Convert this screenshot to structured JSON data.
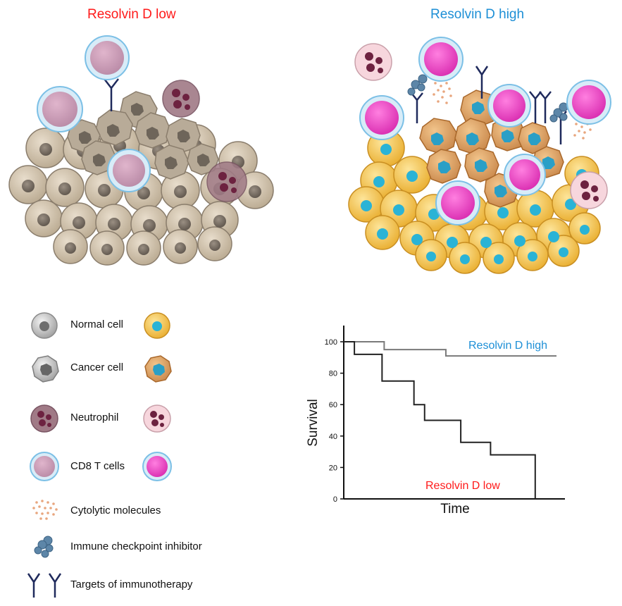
{
  "colors": {
    "low_title": "#ff1a1a",
    "high_title": "#1d8fd6",
    "tumor_low": "#cdbfa8",
    "normal_high": "#f3c34d",
    "nucleus_high": "#2ab3d6",
    "cd8_high": "#ec3dc0",
    "neutrophil": "#8a3d56"
  },
  "panels": {
    "low": {
      "title": "Resolvin D low"
    },
    "high": {
      "title": "Resolvin D high"
    }
  },
  "legend": {
    "items": [
      {
        "label": "Normal cell",
        "icon": "normal-cell-icon"
      },
      {
        "label": "Cancer cell",
        "icon": "cancer-cell-icon"
      },
      {
        "label": "Neutrophil",
        "icon": "neutrophil-icon"
      },
      {
        "label": "CD8 T cells",
        "icon": "cd8-t-cell-icon"
      },
      {
        "label": "Cytolytic molecules",
        "icon": "cytolytic-molecules-icon"
      },
      {
        "label": "Immune checkpoint inhibitor",
        "icon": "checkpoint-inhibitor-icon"
      },
      {
        "label": "Targets of immunotherapy",
        "icon": "immunotherapy-target-icon"
      }
    ]
  },
  "chart_data": {
    "type": "line",
    "xlabel": "Time",
    "ylabel": "Survival",
    "ylim": [
      0,
      100
    ],
    "yticks": [
      "0",
      "20",
      "40",
      "60",
      "80",
      "100"
    ],
    "series": [
      {
        "name": "Resolvin D high",
        "color": "#7a7a7a",
        "steps": [
          [
            0,
            100
          ],
          [
            0.19,
            100
          ],
          [
            0.19,
            95
          ],
          [
            0.48,
            95
          ],
          [
            0.48,
            91
          ],
          [
            1.0,
            91
          ]
        ]
      },
      {
        "name": "Resolvin D low",
        "color": "#222222",
        "steps": [
          [
            0,
            100
          ],
          [
            0.05,
            100
          ],
          [
            0.05,
            92
          ],
          [
            0.18,
            92
          ],
          [
            0.18,
            75
          ],
          [
            0.33,
            75
          ],
          [
            0.33,
            60
          ],
          [
            0.38,
            60
          ],
          [
            0.38,
            50
          ],
          [
            0.55,
            50
          ],
          [
            0.55,
            36
          ],
          [
            0.69,
            36
          ],
          [
            0.69,
            28
          ],
          [
            0.9,
            28
          ],
          [
            0.9,
            0
          ]
        ]
      }
    ]
  }
}
